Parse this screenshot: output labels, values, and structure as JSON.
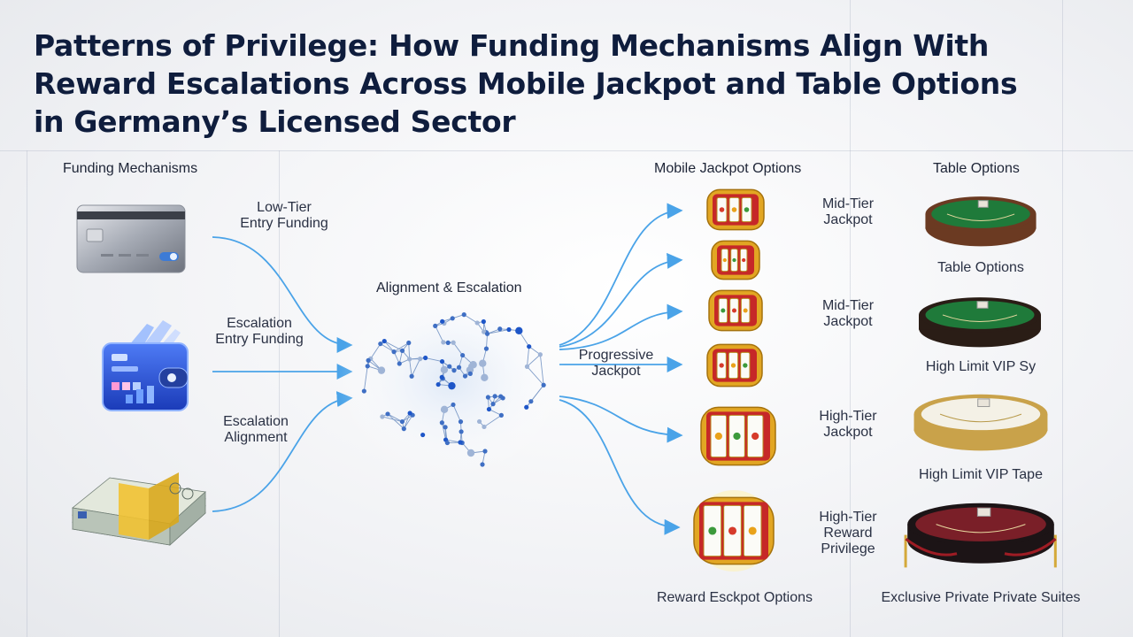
{
  "title": "Patterns of Privilege: How Funding Mechanisms Align With Reward Escalations Across Mobile Jackpot and Table Options in Germany’s Licensed Sector",
  "headers": {
    "funding": "Funding Mechanisms",
    "center": "Alignment & Escalation",
    "mobile": "Mobile Jackpot Options",
    "table": "Table Options"
  },
  "funding_labels": {
    "low": "Low-Tier\nEntry Funding",
    "escalation": "Escalation\nEntry Funding",
    "alignment": "Escalation\nAlignment"
  },
  "progressive_label": "Progressive\nJackpot",
  "jackpot_labels": {
    "mid1": "Mid-Tier\nJackpot",
    "mid2": "Mid-Tier\nJackpot",
    "high": "High-Tier\nJackpot",
    "reward": "High-Tier\nReward\nPrivilege"
  },
  "table_labels": {
    "t1": "Table Options",
    "t2": "High Limit VIP Sy",
    "t3": "High Limit VIP Tape",
    "t4": "Exclusive Private Private Suites"
  },
  "footer": {
    "reward": "Reward Esckpot Options"
  },
  "icons": {
    "card": "credit-card-icon",
    "wallet": "digital-wallet-icon",
    "cash": "cash-bundle-icon",
    "brain": "network-brain-icon",
    "slot": "slot-machine-icon",
    "table": "casino-table-icon"
  },
  "colors": {
    "title": "#0f1d3d",
    "arrow": "#4aa3e8",
    "slot_gold": "#e2a623",
    "slot_red": "#c62828",
    "felt_green": "#1f7a3a",
    "wallet_blue": "#2f5ee6"
  }
}
